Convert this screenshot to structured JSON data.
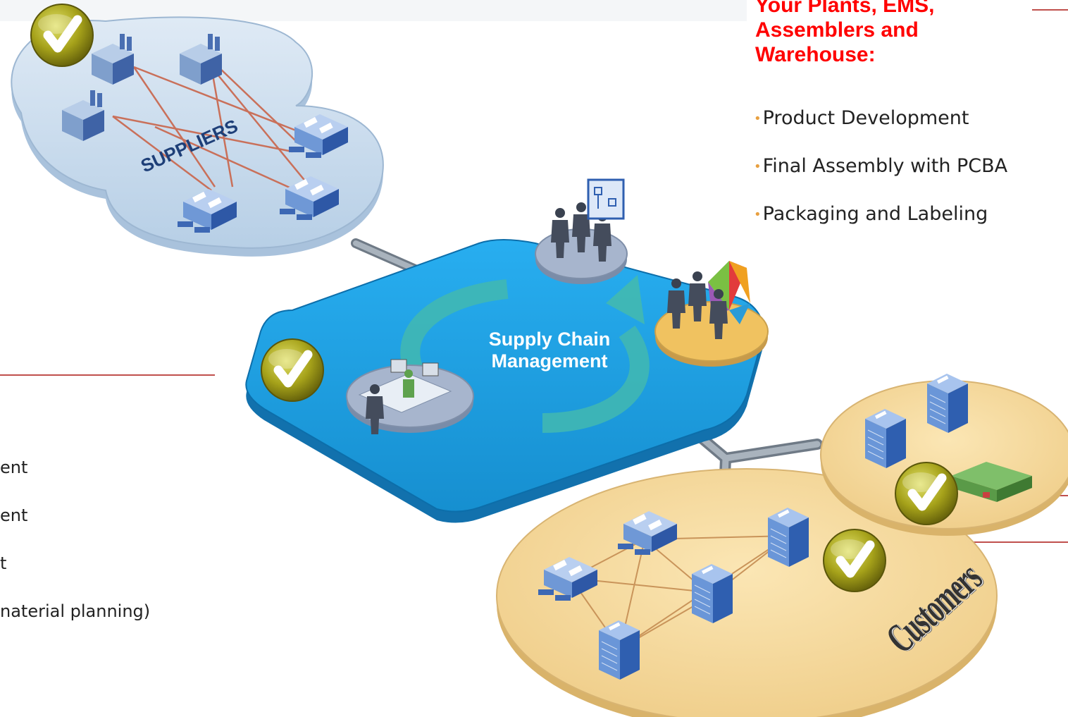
{
  "heading": {
    "line1": "Your Plants, EMS,",
    "line2": "Assemblers and",
    "line3": "Warehouse:"
  },
  "right_bullets": [
    "Product Development",
    "Final Assembly with PCBA",
    "Packaging and Labeling"
  ],
  "left_bullets": [
    "ent",
    "ent",
    "t",
    "naterial planning)"
  ],
  "center_label": {
    "line1": "Supply Chain",
    "line2": "Management"
  },
  "suppliers_label": "SUPPLIERS",
  "customers_label": "Customers",
  "colors": {
    "heading": "#ff0000",
    "bullet_dot": "#e8a040",
    "hub": "#1ea0dc",
    "suppliers_cloud": "#c8ddef",
    "customers_disc": "#f5d79a",
    "check": "#b5b422",
    "connector": "#c0504d"
  },
  "icons": [
    "check-icon",
    "factory-icon",
    "office-building-icon",
    "warehouse-icon",
    "people-icon",
    "pie-chart-icon",
    "workstation-icon",
    "org-chart-icon"
  ]
}
